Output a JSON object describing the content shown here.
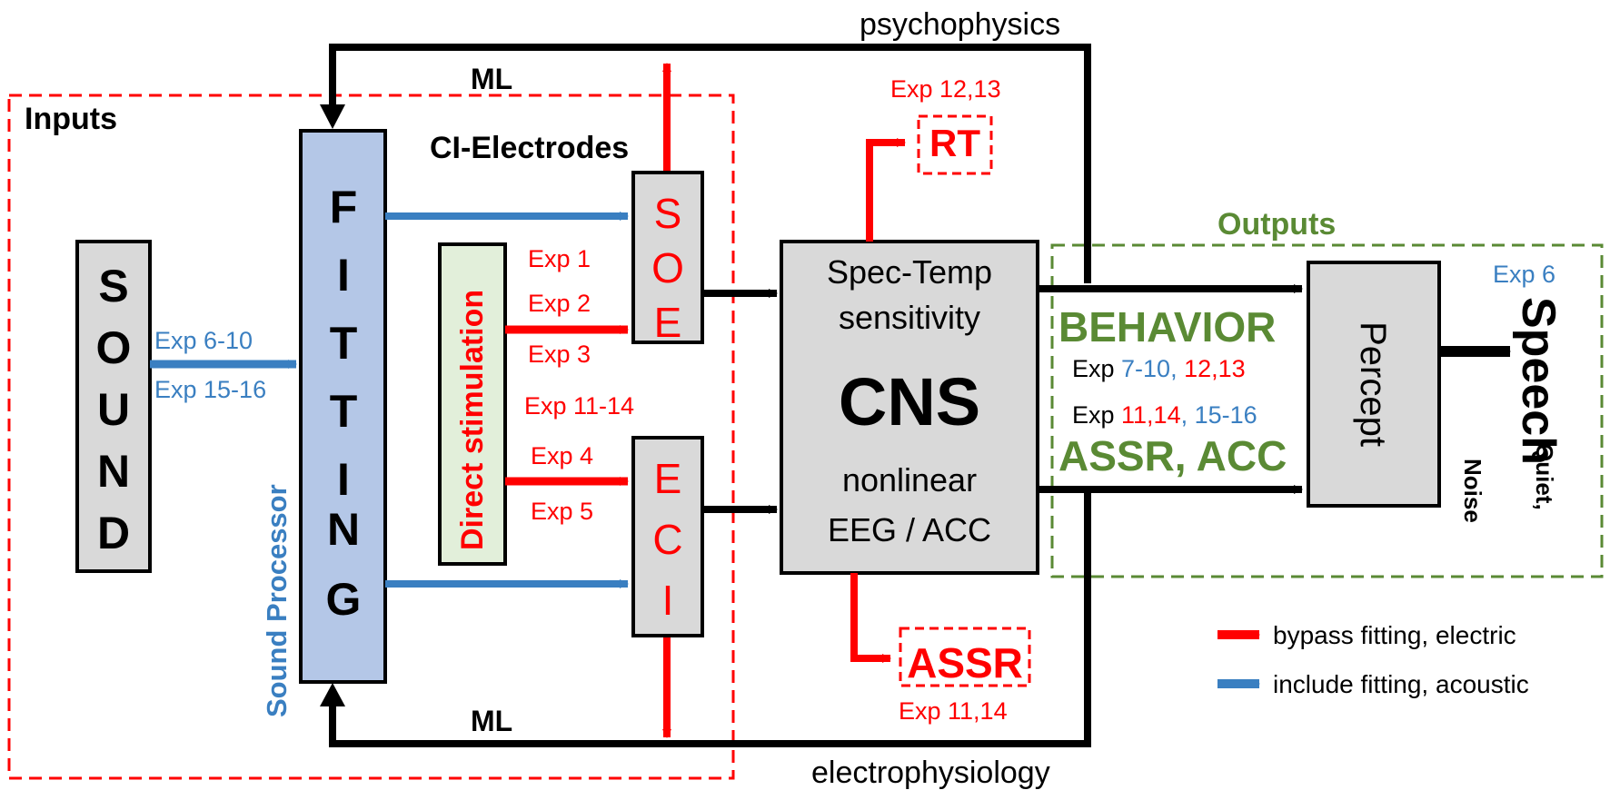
{
  "colors": {
    "electric": "#ff0000",
    "acoustic": "#3a7fc1",
    "behavior": "#5a8a34",
    "black": "#000000",
    "box_gray": "#d9d9d9",
    "fitting_blue": "#b4c7e7",
    "direct_green": "#e2efda"
  },
  "labels": {
    "psychophysics": "psychophysics",
    "electrophysiology": "electrophysiology",
    "ml_top": "ML",
    "ml_bottom": "ML",
    "inputs": "Inputs",
    "outputs": "Outputs",
    "ci_electrodes": "CI-Electrodes",
    "sound_processor": "Sound Processor"
  },
  "boxes": {
    "sound": [
      "S",
      "O",
      "U",
      "N",
      "D"
    ],
    "fitting": [
      "F",
      "I",
      "T",
      "T",
      "I",
      "N",
      "G"
    ],
    "soe": [
      "S",
      "O",
      "E"
    ],
    "eci": [
      "E",
      "C",
      "I"
    ],
    "direct_stimulation": "Direct stimulation",
    "cns_line1": "Spec-Temp",
    "cns_line2": "sensitivity",
    "cns_title": "CNS",
    "cns_line3": "nonlinear",
    "cns_line4": "EEG / ACC",
    "percept": "Percept",
    "rt": "RT",
    "assr_box": "ASSR"
  },
  "experiments": {
    "exp_6_10": "Exp 6-10",
    "exp_15_16": "Exp 15-16",
    "exp_1": "Exp 1",
    "exp_2": "Exp 2",
    "exp_3": "Exp 3",
    "exp_11_14": "Exp 11-14",
    "exp_4": "Exp 4",
    "exp_5": "Exp 5",
    "exp_12_13": "Exp 12,13",
    "exp_11_14_b": "Exp 11,14",
    "exp_6": "Exp 6",
    "behavior_row": {
      "prefix": "Exp ",
      "blue": "7-10",
      "sep": ", ",
      "red": "12,13"
    },
    "assr_row": {
      "prefix": "Exp ",
      "red": "11,14",
      "sep": ", ",
      "blue": "15-16"
    }
  },
  "outputs": {
    "behavior": "BEHAVIOR",
    "assr_acc": "ASSR, ACC",
    "speech": "Speech",
    "speech_sub": "Quiet,",
    "speech_noise": "Noise"
  },
  "legend": {
    "electric": "bypass fitting, electric",
    "acoustic": "include fitting, acoustic"
  }
}
